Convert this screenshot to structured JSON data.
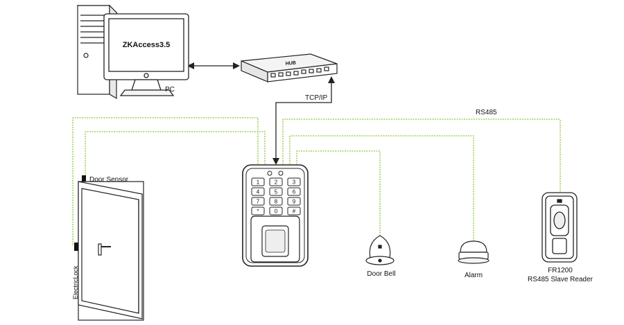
{
  "pc": {
    "screen_label": "ZKAccess3.5",
    "caption": "PC"
  },
  "network": {
    "switch_brand": "HUB",
    "link_label": "TCP/IP"
  },
  "bus": {
    "label": "RS485"
  },
  "door": {
    "sensor_label": "Door Sensor",
    "lock_label": "ElectricLock"
  },
  "terminal": {
    "keypad_keys": [
      "1",
      "2",
      "3",
      "4",
      "5",
      "6",
      "7",
      "8",
      "9",
      "*",
      "0",
      "#"
    ]
  },
  "devices": {
    "door_bell": "Door Bell",
    "alarm": "Alarm",
    "reader_line1": "FR1200",
    "reader_line2": "RS485 Slave Reader"
  },
  "colors": {
    "wire": "#8cc63f",
    "outline": "#222222",
    "fill_light": "#f4f4f4"
  }
}
